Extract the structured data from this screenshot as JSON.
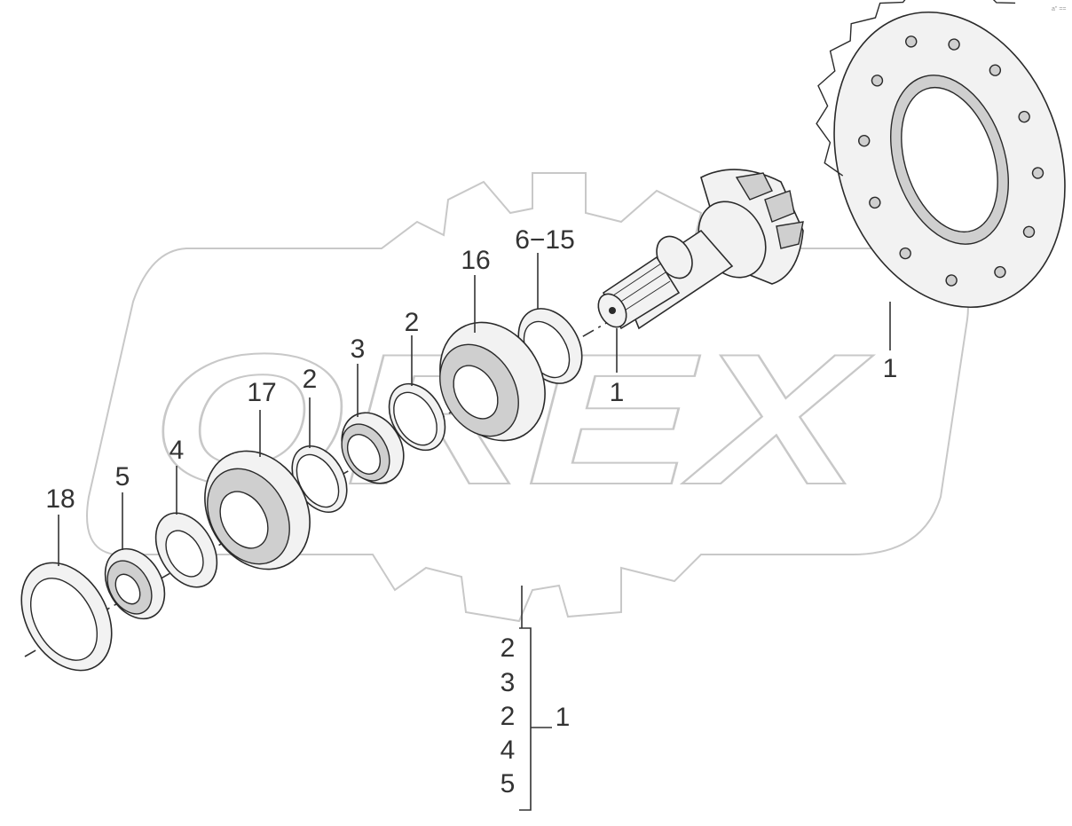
{
  "watermark": {
    "text": "OREX"
  },
  "corner_mark": "a\" ==",
  "callouts": {
    "c_18": "18",
    "c_5": "5",
    "c_4": "4",
    "c_17": "17",
    "c_2a": "2",
    "c_3": "3",
    "c_2b": "2",
    "c_16": "16",
    "c_6_15": "6−15",
    "c_1_shaft": "1",
    "c_1_gear": "1"
  },
  "kit_list": {
    "items": [
      "2",
      "3",
      "2",
      "4",
      "5"
    ],
    "ref": "1"
  }
}
